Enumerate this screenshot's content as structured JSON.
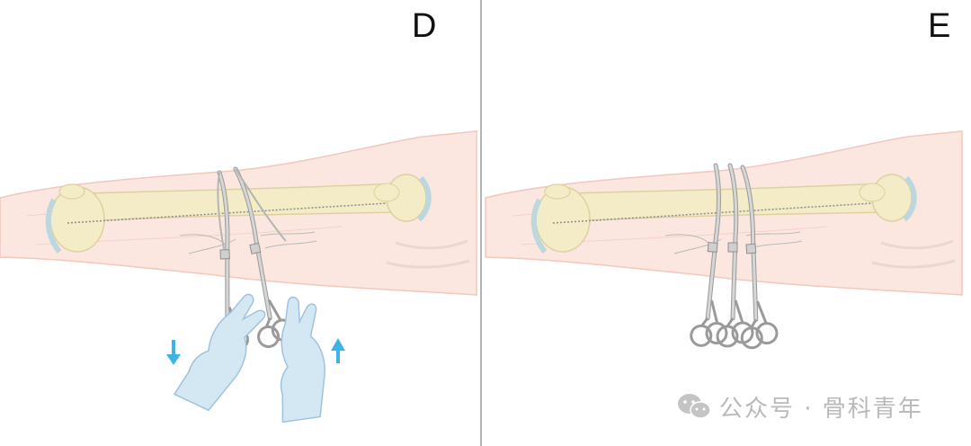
{
  "panels": [
    {
      "label": "D"
    },
    {
      "label": "E"
    }
  ],
  "watermark": {
    "text": "公众号 · 骨科青年",
    "icon": "wechat-icon"
  },
  "colors": {
    "skin": "#fbe7e0",
    "skin_edge": "#f0c9bc",
    "bone": "#f4ecc6",
    "bone_edge": "#ddd1a1",
    "cartilage": "#bcd7de",
    "instrument": "#c8c8c8",
    "instrument_edge": "#8f8f8f",
    "glove": "#d4e8f4",
    "glove_edge": "#9fc3de",
    "arrow": "#3fb2e6",
    "divider": "#9a9a9a",
    "watermark": "#b9b9b9"
  }
}
